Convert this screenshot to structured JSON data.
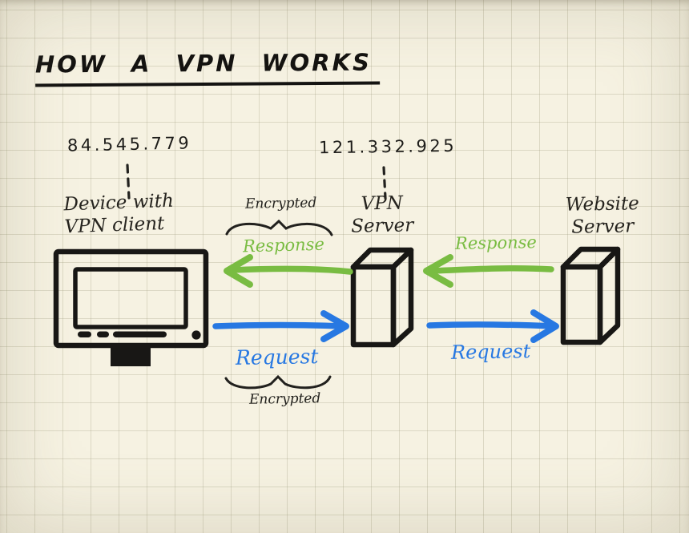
{
  "title": "HOW A VPN WORKS",
  "device": {
    "ip": "84.545.779",
    "label": [
      "Device with",
      "VPN client"
    ]
  },
  "vpn_server": {
    "ip": "121.332.925",
    "label": [
      "VPN",
      "Server"
    ]
  },
  "website_server": {
    "label": [
      "Website",
      "Server"
    ]
  },
  "labels": {
    "encrypted_top": "Encrypted",
    "encrypted_bottom": "Encrypted",
    "response_left": "Response",
    "response_right": "Response",
    "request_left": "Request",
    "request_right": "Request"
  },
  "colors": {
    "background": "#f6f2e2",
    "grid_line": "#dfddcc",
    "ink": "#1c1b18",
    "response_green": "#79bc42",
    "request_blue": "#2778e2"
  }
}
